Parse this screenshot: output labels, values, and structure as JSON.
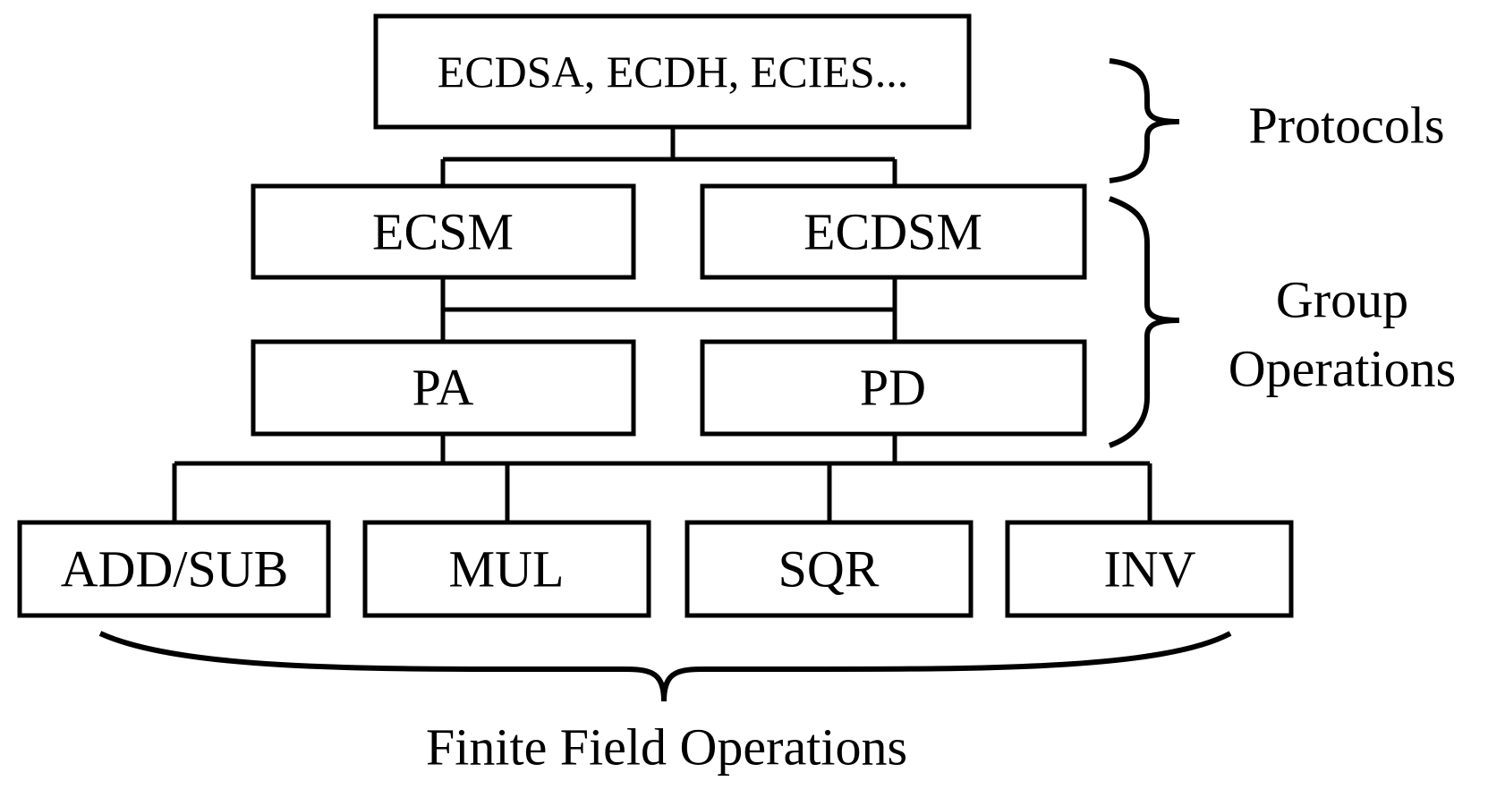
{
  "protocols_box": {
    "label": "ECDSA, ECDH, ECIES..."
  },
  "group_boxes": {
    "ecsm": "ECSM",
    "ecdsm": "ECDSM",
    "pa": "PA",
    "pd": "PD"
  },
  "field_boxes": {
    "add_sub": "ADD/SUB",
    "mul": "MUL",
    "sqr": "SQR",
    "inv": "INV"
  },
  "labels": {
    "protocols": "Protocols",
    "group_line1": "Group",
    "group_line2": "Operations",
    "finite_field": "Finite Field Operations"
  }
}
